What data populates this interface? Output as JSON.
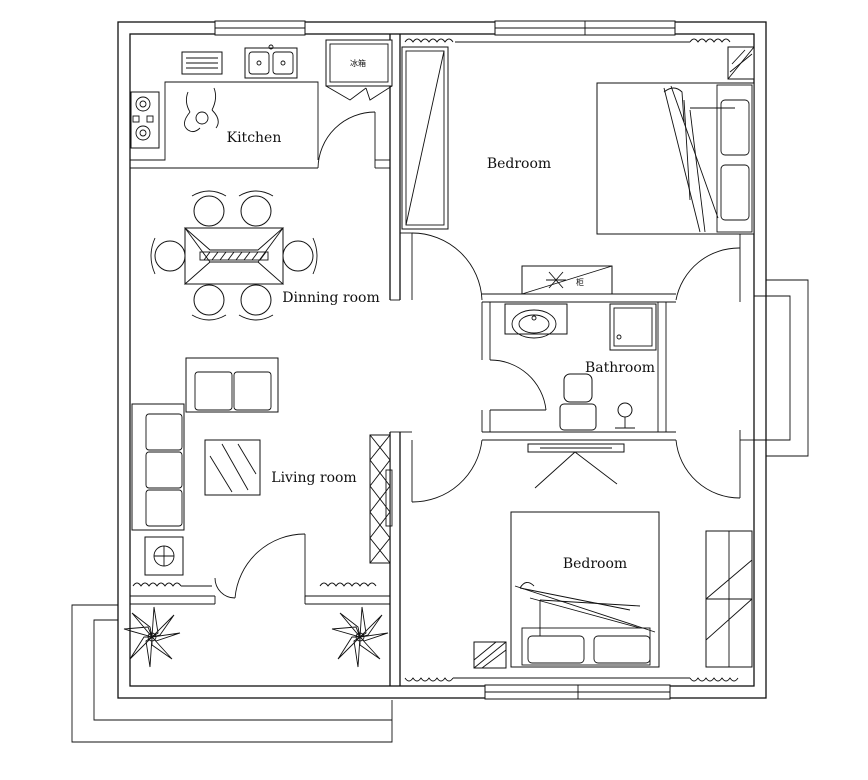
{
  "rooms": {
    "kitchen": "Kitchen",
    "bedroom_top": "Bedroom",
    "dining": "Dinning room",
    "bathroom": "Bathroom",
    "living": "Living room",
    "bedroom_bottom": "Bedroom"
  },
  "fixtures": {
    "fridge_label": "冰箱",
    "bath_cabinet_label": "柜"
  }
}
